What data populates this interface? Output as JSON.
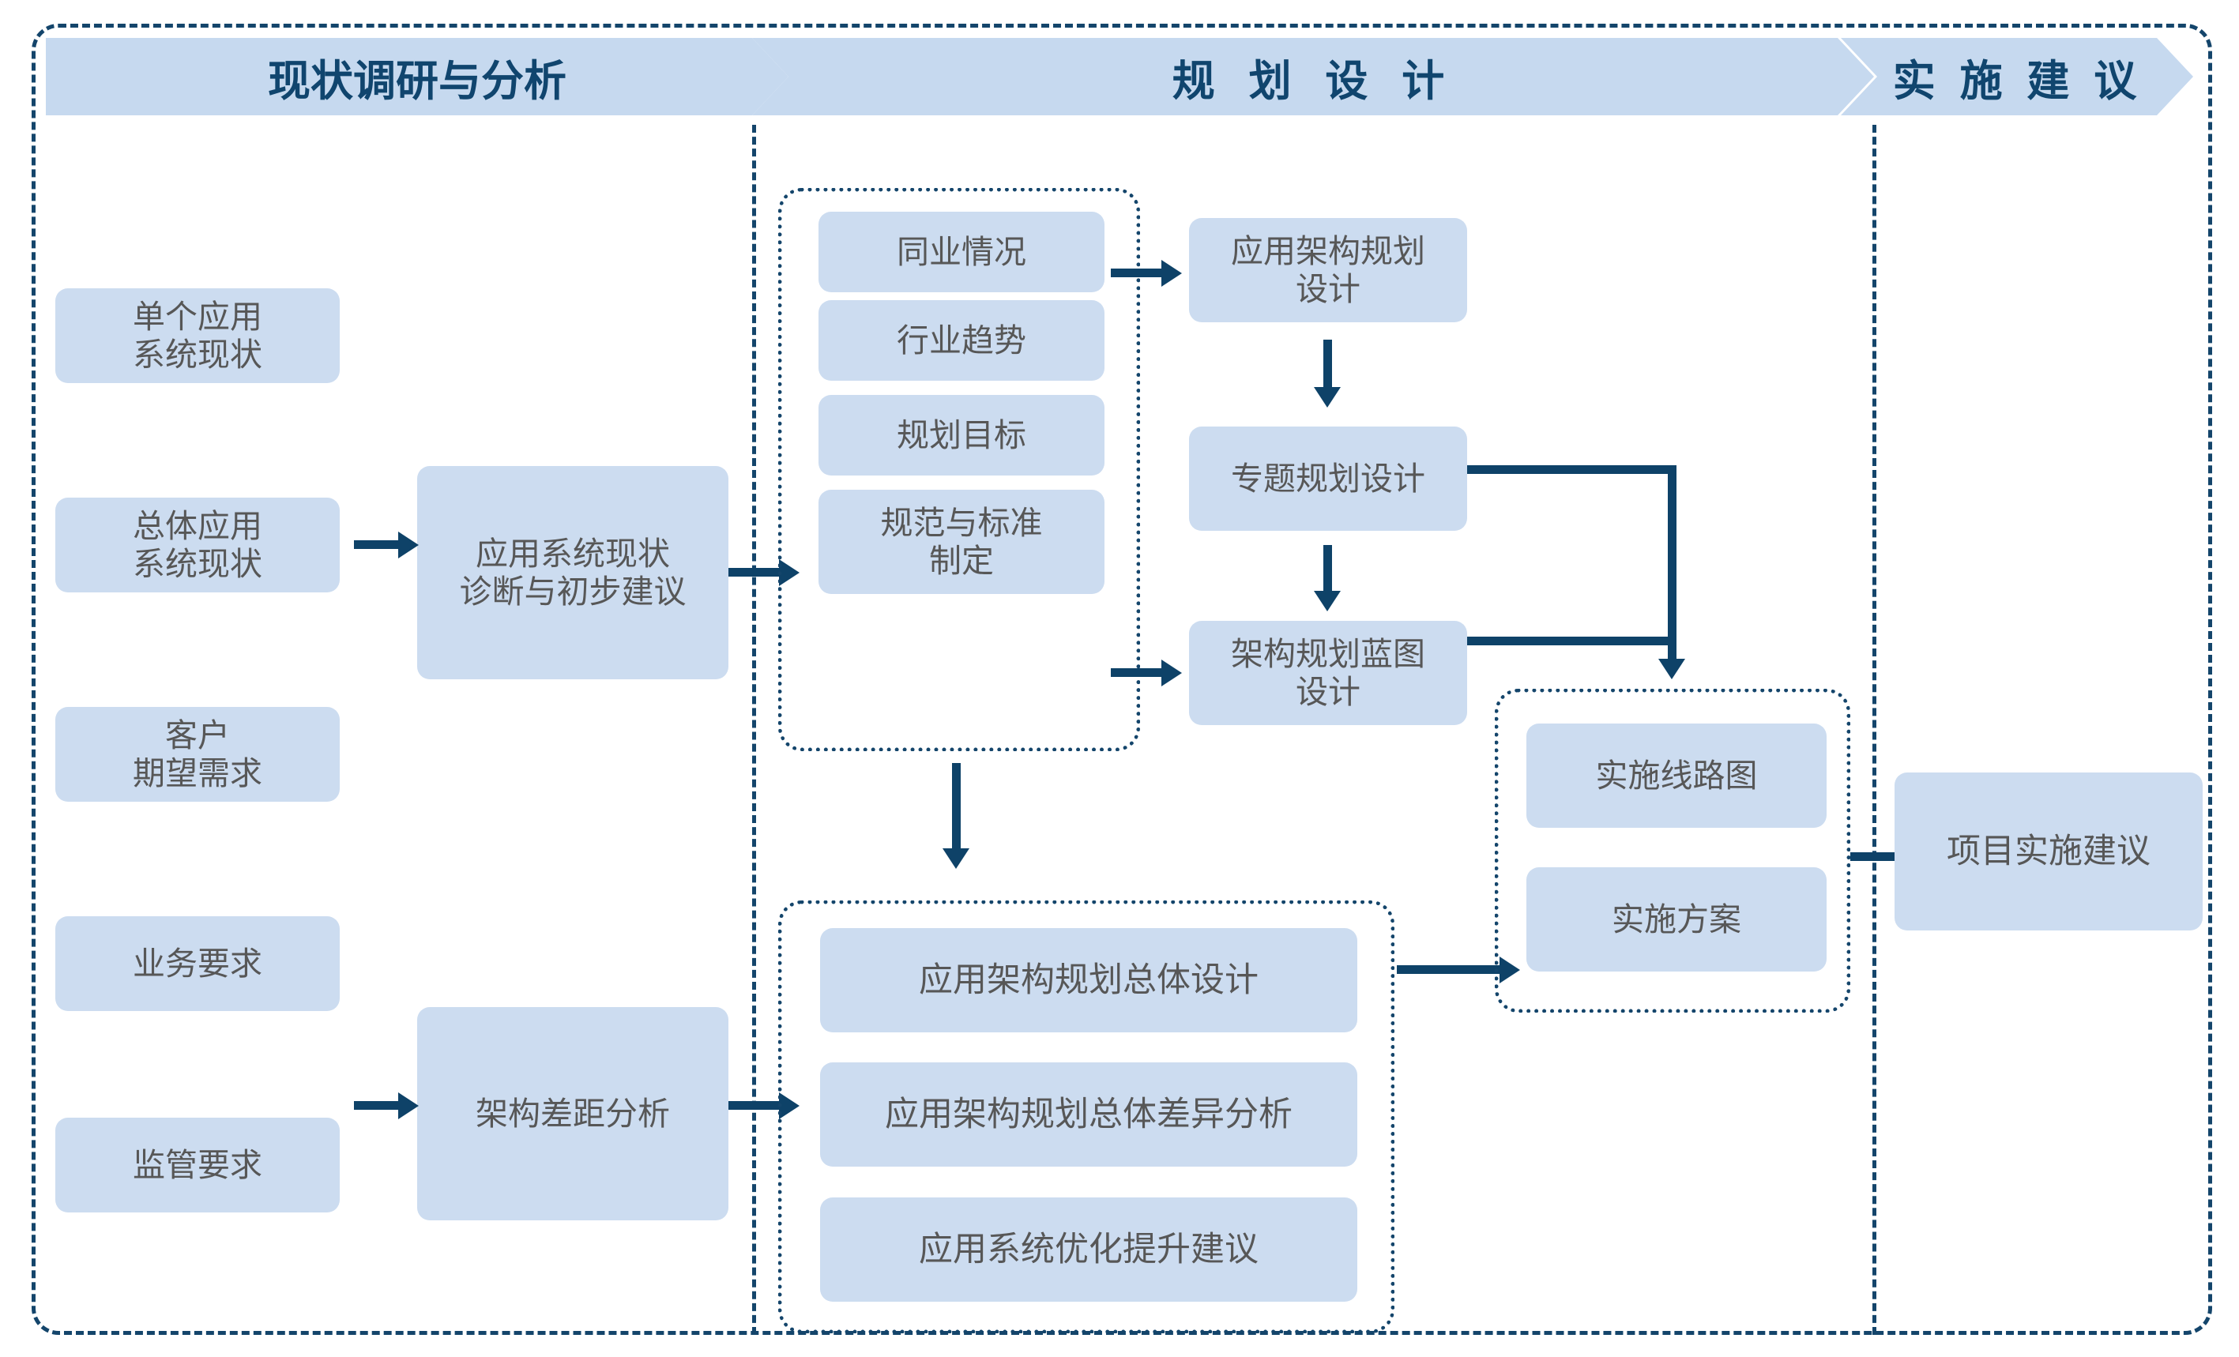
{
  "diagram": {
    "title_phases": [
      {
        "id": "phase-1",
        "label": "现状调研与分析"
      },
      {
        "id": "phase-2",
        "label": "规 划 设 计"
      },
      {
        "id": "phase-3",
        "label": "实 施 建 议"
      }
    ],
    "colors": {
      "box_fill": "#ccdcf0",
      "banner_fill": "#c6d9ef",
      "banner_text": "#10456e",
      "box_text": "#575757",
      "connector": "#0e4268",
      "frame_dash": "#14456b",
      "page_background": "#ffffff"
    },
    "inputs": [
      {
        "id": "input-1",
        "line1": "单个应用",
        "line2": "系统现状"
      },
      {
        "id": "input-2",
        "line1": "总体应用",
        "line2": "系统现状"
      },
      {
        "id": "input-3",
        "line1": "客户",
        "line2": "期望需求"
      },
      {
        "id": "input-4",
        "line1": "业务要求",
        "line2": ""
      },
      {
        "id": "input-5",
        "line1": "监管要求",
        "line2": ""
      }
    ],
    "analysis": [
      {
        "id": "analysis-diagnosis",
        "line1": "应用系统现状",
        "line2": "诊断与初步建议"
      },
      {
        "id": "analysis-gap",
        "line1": "架构差距分析",
        "line2": ""
      }
    ],
    "research_group": {
      "id": "research-group",
      "items": [
        {
          "id": "research-peer",
          "label": "同业情况"
        },
        {
          "id": "research-trend",
          "label": "行业趋势"
        },
        {
          "id": "research-goal",
          "label": "规划目标"
        },
        {
          "id": "research-standard-l1",
          "label": "规范与标准"
        },
        {
          "id": "research-standard-l2",
          "label": "制定"
        }
      ]
    },
    "design_chain": [
      {
        "id": "design-app-arch-l1",
        "line1": "应用架构规划",
        "line2": "设计"
      },
      {
        "id": "design-topic",
        "line1": "专题规划设计",
        "line2": ""
      },
      {
        "id": "design-blueprint",
        "line1": "架构规划蓝图",
        "line2": "设计"
      }
    ],
    "overall_group": {
      "id": "overall-group",
      "items": [
        {
          "id": "overall-design",
          "label": "应用架构规划总体设计"
        },
        {
          "id": "overall-gap",
          "label": "应用架构规划总体差异分析"
        },
        {
          "id": "overall-improve",
          "label": "应用系统优化提升建议"
        }
      ]
    },
    "implementation_group": {
      "id": "implementation-group",
      "items": [
        {
          "id": "impl-roadmap",
          "label": "实施线路图"
        },
        {
          "id": "impl-plan",
          "label": "实施方案"
        }
      ]
    },
    "outcome": {
      "id": "outcome-proposal",
      "label": "项目实施建议"
    }
  }
}
